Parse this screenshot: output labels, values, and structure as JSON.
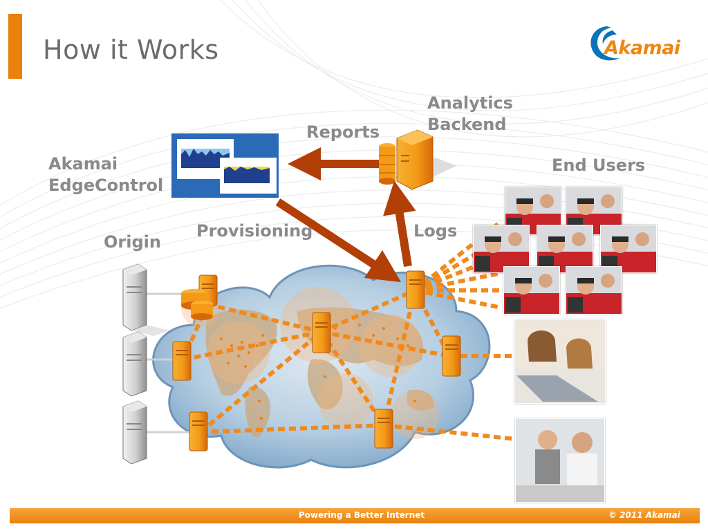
{
  "slide": {
    "title": "How it Works",
    "logo_text": "Akamai",
    "accent_color": "#e8820c"
  },
  "labels": {
    "reports": "Reports",
    "analytics_line1": "Analytics",
    "analytics_line2": "Backend",
    "edgecontrol_line1": "Akamai",
    "edgecontrol_line2": "EdgeControl",
    "end_users": "End Users",
    "provisioning": "Provisioning",
    "logs": "Logs",
    "origin": "Origin"
  },
  "footer": {
    "tagline": "Powering a Better Internet",
    "copyright": "© 2011 Akamai"
  },
  "icons": [
    "akamai-logo-icon",
    "server-icon",
    "database-icon",
    "cloud-icon",
    "world-map-icon",
    "arrow-icon",
    "user-photo-icon"
  ]
}
